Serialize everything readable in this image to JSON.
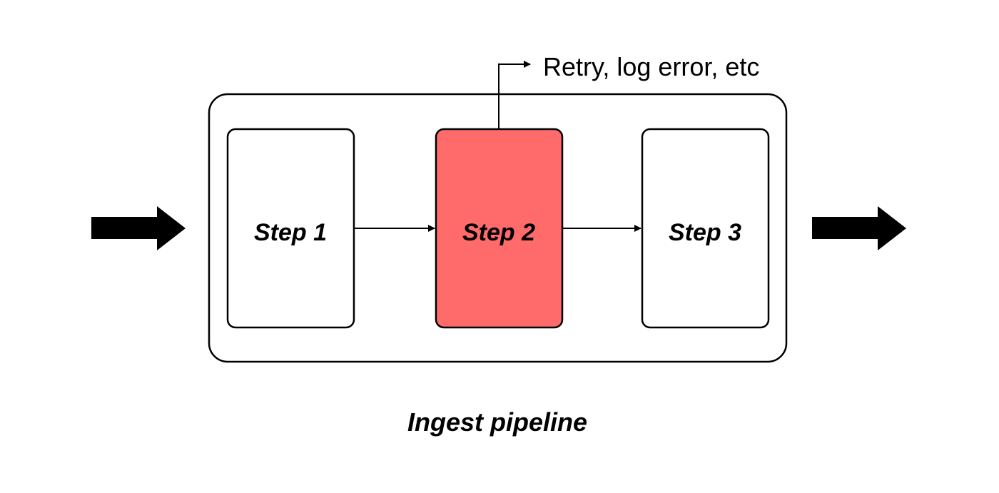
{
  "pipeline": {
    "caption": "Ingest pipeline",
    "steps": [
      {
        "label": "Step 1",
        "fill": "#ffffff"
      },
      {
        "label": "Step 2",
        "fill": "#ff6b6b"
      },
      {
        "label": "Step 3",
        "fill": "#ffffff"
      }
    ],
    "failure_branch_label": "Retry, log error, etc"
  },
  "colors": {
    "stroke": "#000000",
    "background": "#ffffff",
    "highlight": "#ff6b6b"
  }
}
